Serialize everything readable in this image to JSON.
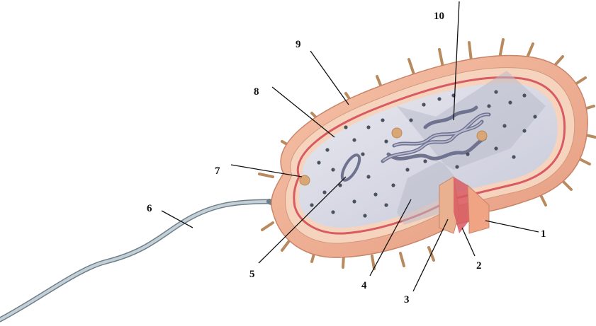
{
  "labels": [
    {
      "id": "1",
      "text": "1"
    },
    {
      "id": "2",
      "text": "2"
    },
    {
      "id": "3",
      "text": "3"
    },
    {
      "id": "4",
      "text": "4"
    },
    {
      "id": "5",
      "text": "5"
    },
    {
      "id": "6",
      "text": "6"
    },
    {
      "id": "7",
      "text": "7"
    },
    {
      "id": "8",
      "text": "8"
    },
    {
      "id": "9",
      "text": "9"
    },
    {
      "id": "10",
      "text": "10"
    }
  ],
  "colors": {
    "capsule": "#f0b39a",
    "capsule_edge": "#c98468",
    "cell_wall": "#f6d3bd",
    "membrane": "#d85a62",
    "cytoplasm": "#dcdde8",
    "cytoplasm_dark": "#b9bccb",
    "nucleoid": "#7c7f98",
    "flagellum": "#a9b6bf",
    "pili": "#b88a5e",
    "ribosome": "#4a5260",
    "inclusion": "#d9a775"
  }
}
